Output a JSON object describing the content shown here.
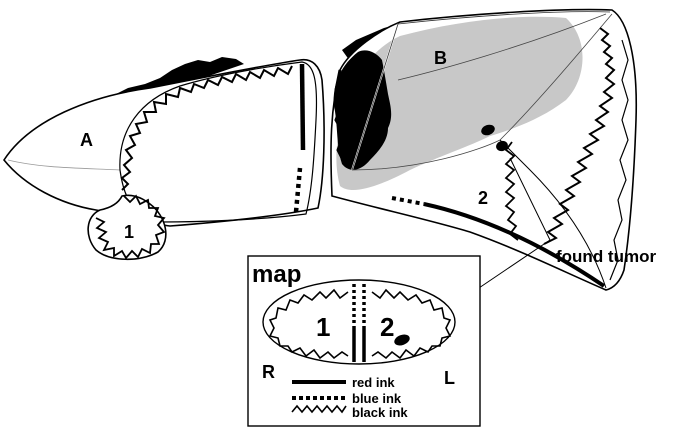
{
  "labels": {
    "specimen_a": "A",
    "specimen_b": "B",
    "piece_1": "1",
    "piece_2": "2",
    "found_tumor": "found tumor"
  },
  "map": {
    "title": "map",
    "region_1": "1",
    "region_2": "2",
    "right": "R",
    "left": "L",
    "legend": [
      {
        "style": "solid",
        "label": "red ink"
      },
      {
        "style": "dashed",
        "label": "blue ink"
      },
      {
        "style": "zigzag",
        "label": "black ink"
      }
    ]
  },
  "colors": {
    "ink": "#000000",
    "shading": "#c8c8c8",
    "paper": "#ffffff"
  }
}
